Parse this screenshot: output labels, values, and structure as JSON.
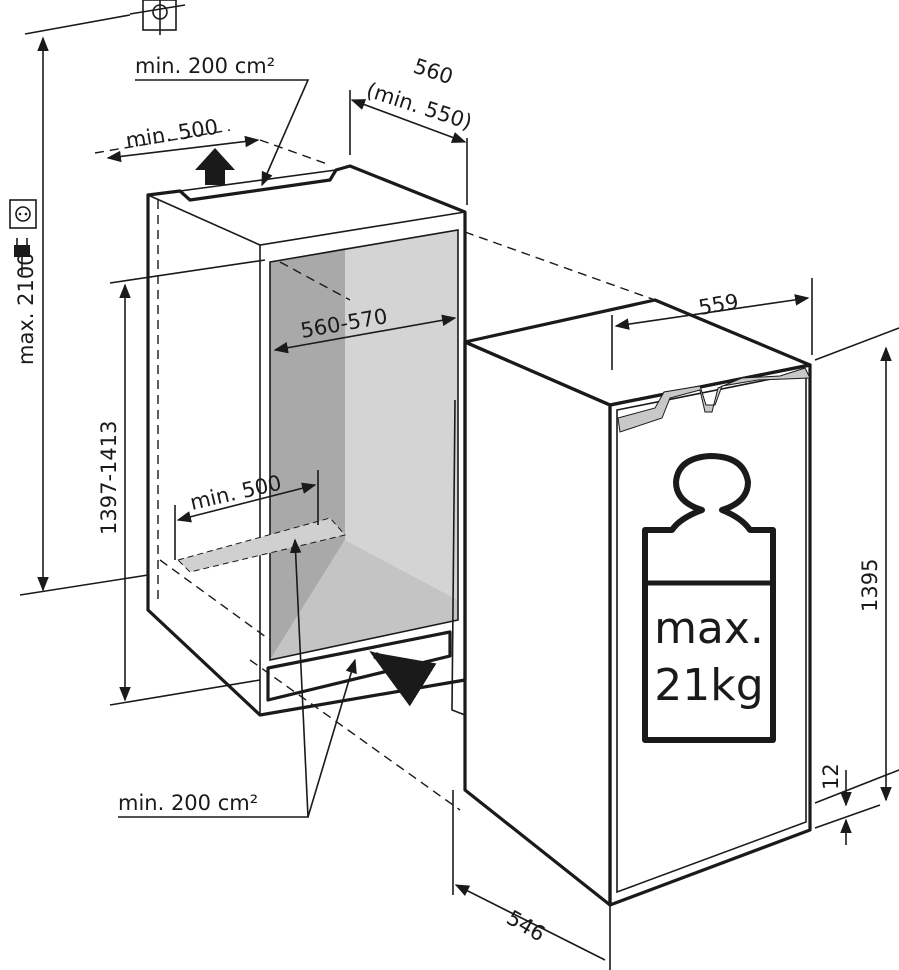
{
  "diagram": {
    "labels": {
      "top_vent_area": "min. 200 cm²",
      "top_clearance": "min. 500",
      "niche_depth": "560",
      "niche_depth_min": "(min. 550)",
      "niche_width": "560-570",
      "max_height": "max. 2100",
      "niche_height": "1397-1413",
      "bottom_clearance": "min. 500",
      "bottom_vent_area": "min. 200 cm²",
      "appliance_width": "559",
      "appliance_height": "1395",
      "plinth_gap": "12",
      "appliance_depth": "546",
      "weight_line1": "max.",
      "weight_line2": "21kg"
    },
    "icons": [
      "wall-anchor-icon",
      "power-socket-icon",
      "power-plug-icon",
      "weight-icon"
    ],
    "colors": {
      "line": "#1a1a1a",
      "interior_dark": "#a9a9a9",
      "interior_light": "#d4d4d4",
      "vent": "#c8c8c8"
    }
  }
}
